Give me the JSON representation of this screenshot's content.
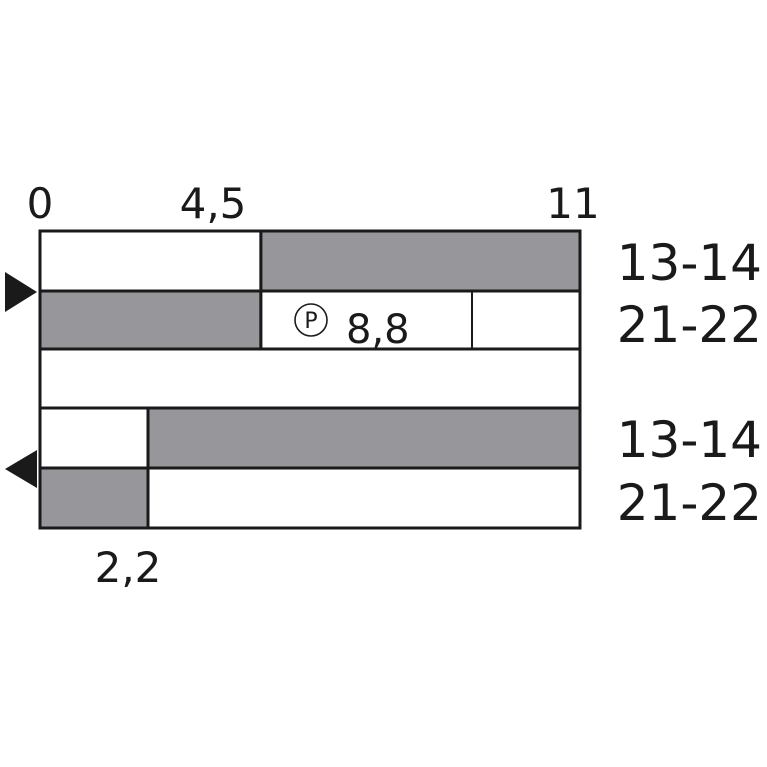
{
  "colors": {
    "closed_fill": "#96969b",
    "open_fill": "#ffffff",
    "stroke": "#1a1a1a"
  },
  "scale": {
    "min": 0,
    "max": 11,
    "top_ticks": [
      {
        "value": 0,
        "label": "0"
      },
      {
        "value": 4.5,
        "label": "4,5"
      },
      {
        "value": 11,
        "label": "11"
      }
    ],
    "bottom_ticks": [
      {
        "value": 2.2,
        "label": "2,2"
      }
    ]
  },
  "forward_group": {
    "direction_icon": "triangle-right-icon",
    "rows": [
      {
        "contact": "13-14",
        "segments": [
          {
            "from": 0,
            "to": 4.5,
            "state": "open"
          },
          {
            "from": 4.5,
            "to": 11,
            "state": "closed"
          }
        ]
      },
      {
        "contact": "21-22",
        "segments": [
          {
            "from": 0,
            "to": 4.5,
            "state": "closed"
          },
          {
            "from": 4.5,
            "to": 11,
            "state": "open"
          }
        ]
      }
    ],
    "positive_opening": {
      "symbol": "P",
      "icon": "positive-opening-icon",
      "value": 8.8,
      "label": "8,8"
    }
  },
  "return_group": {
    "direction_icon": "triangle-left-icon",
    "rows": [
      {
        "contact": "13-14",
        "segments": [
          {
            "from": 0,
            "to": 2.2,
            "state": "open"
          },
          {
            "from": 2.2,
            "to": 11,
            "state": "closed"
          }
        ]
      },
      {
        "contact": "21-22",
        "segments": [
          {
            "from": 0,
            "to": 2.2,
            "state": "closed"
          },
          {
            "from": 2.2,
            "to": 11,
            "state": "open"
          }
        ]
      }
    ]
  }
}
